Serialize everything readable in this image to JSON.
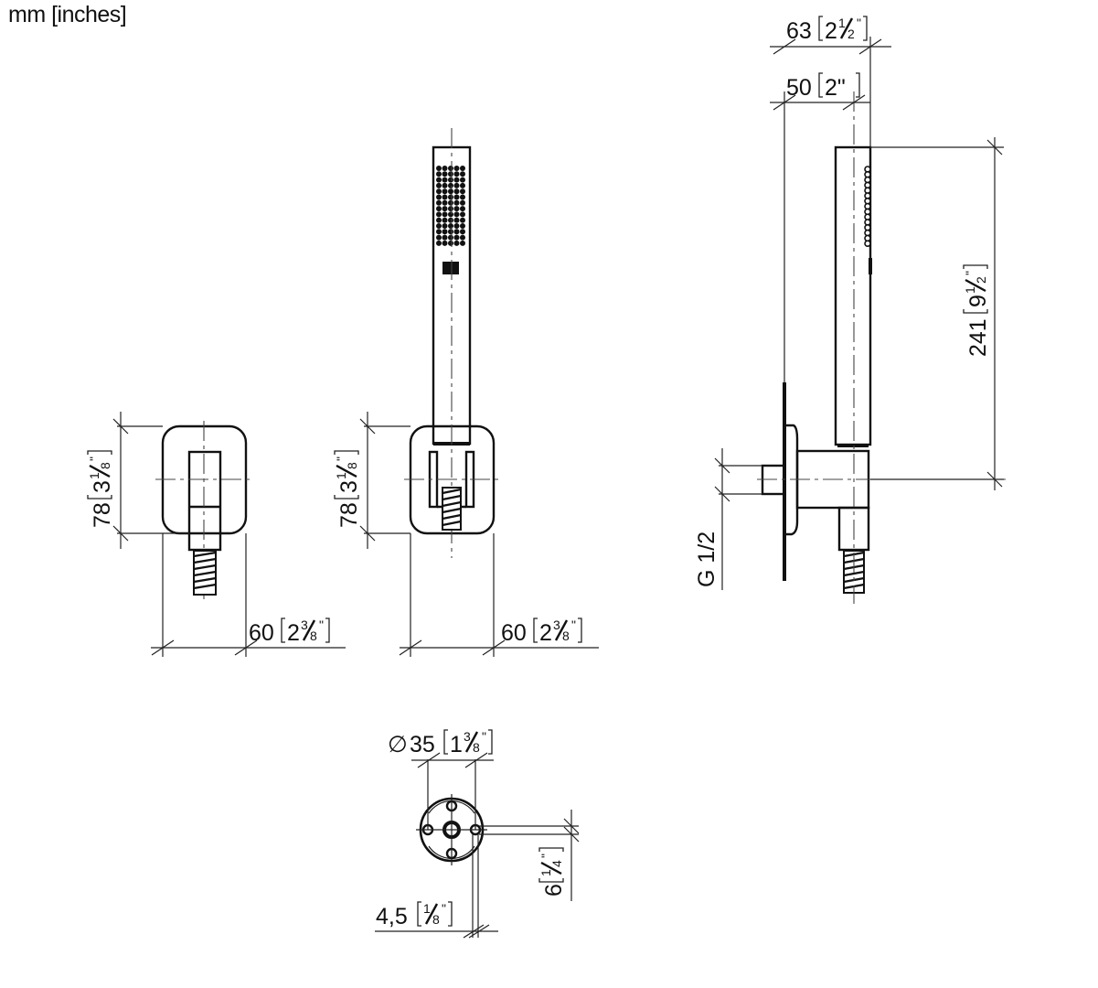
{
  "header": {
    "units": "mm [inches]"
  },
  "views": {
    "front_holder": {
      "height_mm": "78",
      "height_in_whole": "3",
      "height_in_num": "1",
      "height_in_den": "8",
      "width_mm": "60",
      "width_in_whole": "2",
      "width_in_num": "3",
      "width_in_den": "8"
    },
    "front_with_handshower": {
      "height_mm": "78",
      "height_in_whole": "3",
      "height_in_num": "1",
      "height_in_den": "8",
      "width_mm": "60",
      "width_in_whole": "2",
      "width_in_num": "3",
      "width_in_den": "8"
    },
    "side_view": {
      "depth_total_mm": "63",
      "depth_total_in_whole": "2",
      "depth_total_in_num": "1",
      "depth_total_in_den": "2",
      "depth_axis_mm": "50",
      "depth_axis_in": "2\"",
      "height_mm": "241",
      "height_in_whole": "9",
      "height_in_num": "1",
      "height_in_den": "2",
      "thread": "G 1/2"
    },
    "rear_flange": {
      "diameter_symbol": "∅",
      "diameter_mm": "35",
      "diameter_in_whole": "1",
      "diameter_in_num": "3",
      "diameter_in_den": "8",
      "offset_mm": "6",
      "offset_in_num": "1",
      "offset_in_den": "4",
      "hole_mm": "4,5",
      "hole_in_num": "1",
      "hole_in_den": "8"
    }
  },
  "colors": {
    "line": "#222222",
    "background": "#ffffff"
  }
}
